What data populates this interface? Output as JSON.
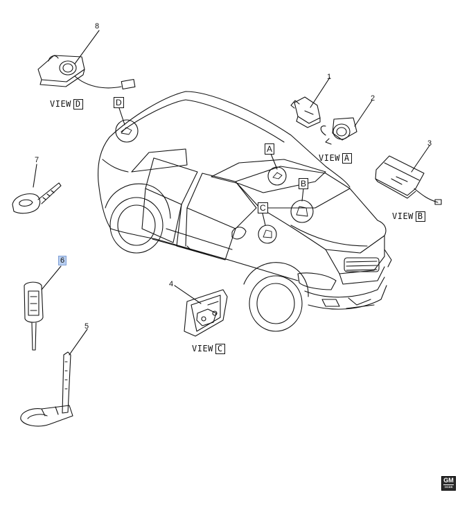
{
  "callouts": {
    "c1": "1",
    "c2": "2",
    "c3": "3",
    "c4": "4",
    "c5": "5",
    "c6": "6",
    "c7": "7",
    "c8": "8"
  },
  "views": {
    "word": "VIEW",
    "a": "A",
    "b": "B",
    "c": "C",
    "d": "D"
  },
  "logo": {
    "text": "GM",
    "sub": "OCDS"
  },
  "colors": {
    "line": "#111111",
    "highlight": "#b9cff0"
  }
}
